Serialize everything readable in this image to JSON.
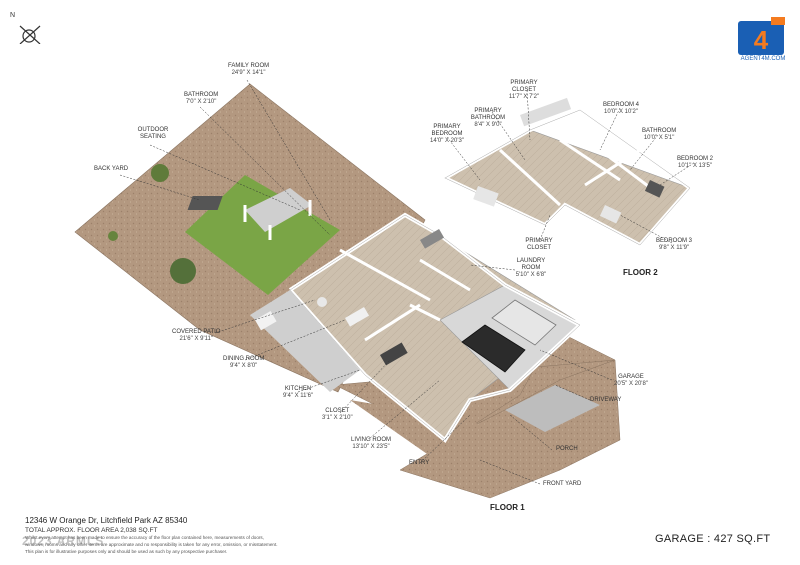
{
  "compass": {
    "north_label": "N"
  },
  "logo": {
    "text": "AGENT4M.COM"
  },
  "floor1": {
    "title": "FLOOR 1"
  },
  "floor2": {
    "title": "FLOOR 2"
  },
  "rooms": {
    "family_room": {
      "name": "FAMILY ROOM",
      "dim": "24'9\" x 14'1\""
    },
    "bathroom_f1": {
      "name": "BATHROOM",
      "dim": "7'0\" x 2'10\""
    },
    "outdoor_seating": {
      "name": "OUTDOOR SEATING",
      "dim": ""
    },
    "back_yard": {
      "name": "BACK YARD",
      "dim": ""
    },
    "covered_patio": {
      "name": "COVERED PATIO",
      "dim": "21'6\" x 9'11\""
    },
    "dining_room": {
      "name": "DINING ROOM",
      "dim": "9'4\" x 8'0\""
    },
    "kitchen": {
      "name": "KITCHEN",
      "dim": "9'4\" x 11'6\""
    },
    "closet_f1": {
      "name": "CLOSET",
      "dim": "3'1\" x 2'10\""
    },
    "living_room": {
      "name": "LIVING ROOM",
      "dim": "13'10\" x 23'5\""
    },
    "entry": {
      "name": "ENTRY",
      "dim": ""
    },
    "front_yard": {
      "name": "FRONT YARD",
      "dim": ""
    },
    "porch": {
      "name": "PORCH",
      "dim": ""
    },
    "driveway": {
      "name": "DRIVEWAY",
      "dim": ""
    },
    "garage": {
      "name": "GARAGE",
      "dim": "20'5\" x 20'8\""
    },
    "laundry_room": {
      "name": "LAUNDRY ROOM",
      "dim": "5'10\" x 6'8\""
    },
    "primary_closet_upper": {
      "name": "PRIMARY CLOSET",
      "dim": "11'7\" x 7'2\""
    },
    "primary_bathroom": {
      "name": "PRIMARY BATHROOM",
      "dim": "8'4\" x 9'0\""
    },
    "primary_bedroom": {
      "name": "PRIMARY BEDROOM",
      "dim": "14'0\" x 20'3\""
    },
    "bedroom4": {
      "name": "BEDROOM 4",
      "dim": "10'0\" x 10'2\""
    },
    "bathroom_f2": {
      "name": "BATHROOM",
      "dim": "10'0\" x 5'1\""
    },
    "bedroom2": {
      "name": "BEDROOM 2",
      "dim": "10'1\" x 13'5\""
    },
    "bedroom3": {
      "name": "BEDROOM 3",
      "dim": "9'8\" x 11'9\""
    },
    "primary_closet_lower": {
      "name": "PRIMARY CLOSET",
      "dim": ""
    }
  },
  "footer": {
    "address": "12346 W Orange Dr, Litchfield Park AZ 85340",
    "total_area": "TOTAL APPROX. FLOOR AREA 2,038 SQ.FT",
    "disclaimer_1": "Whilst every attempt has been made to ensure the accuracy of the floor plan contained here, measurements of doors,",
    "disclaimer_2": "windows, rooms and any other items are approximate and no responsibility is taken for any error, omission, or misstatement.",
    "disclaimer_3": "This plan is for illustrative purposes only and should be used as such by any prospective purchaser.",
    "garage_total": "GARAGE  :  427 SQ.FT",
    "watermark": "2023 ARMLS"
  },
  "colors": {
    "gravel": "#b39880",
    "lawn": "#7aa546",
    "floor_wood": "#cdc0ae",
    "wall": "#f2f2f2",
    "concrete": "#bdbdbd"
  }
}
